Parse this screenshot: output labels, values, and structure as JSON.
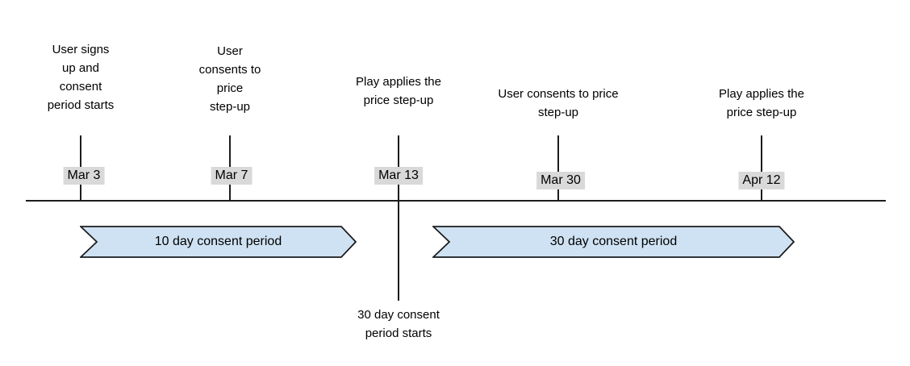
{
  "events": [
    {
      "date": "Mar 3",
      "label": "User signs\nup and\nconsent\nperiod starts"
    },
    {
      "date": "Mar 7",
      "label": "User\nconsents to\nprice\nstep-up"
    },
    {
      "date": "Mar 13",
      "label": "Play applies the\nprice step-up"
    },
    {
      "date": "Mar 30",
      "label": "User consents to price\nstep-up"
    },
    {
      "date": "Apr 12",
      "label": "Play applies the\nprice step-up"
    }
  ],
  "periods": [
    {
      "label": "10 day consent period"
    },
    {
      "label": "30 day consent period"
    }
  ],
  "annotations": [
    {
      "label": "30 day consent\nperiod starts"
    }
  ],
  "colors": {
    "period_fill": "#cfe2f3",
    "period_border": "#1c1c1c",
    "date_badge_bg": "#d9d9d9",
    "axis_line": "#1c1c1c",
    "text": "#000000"
  }
}
